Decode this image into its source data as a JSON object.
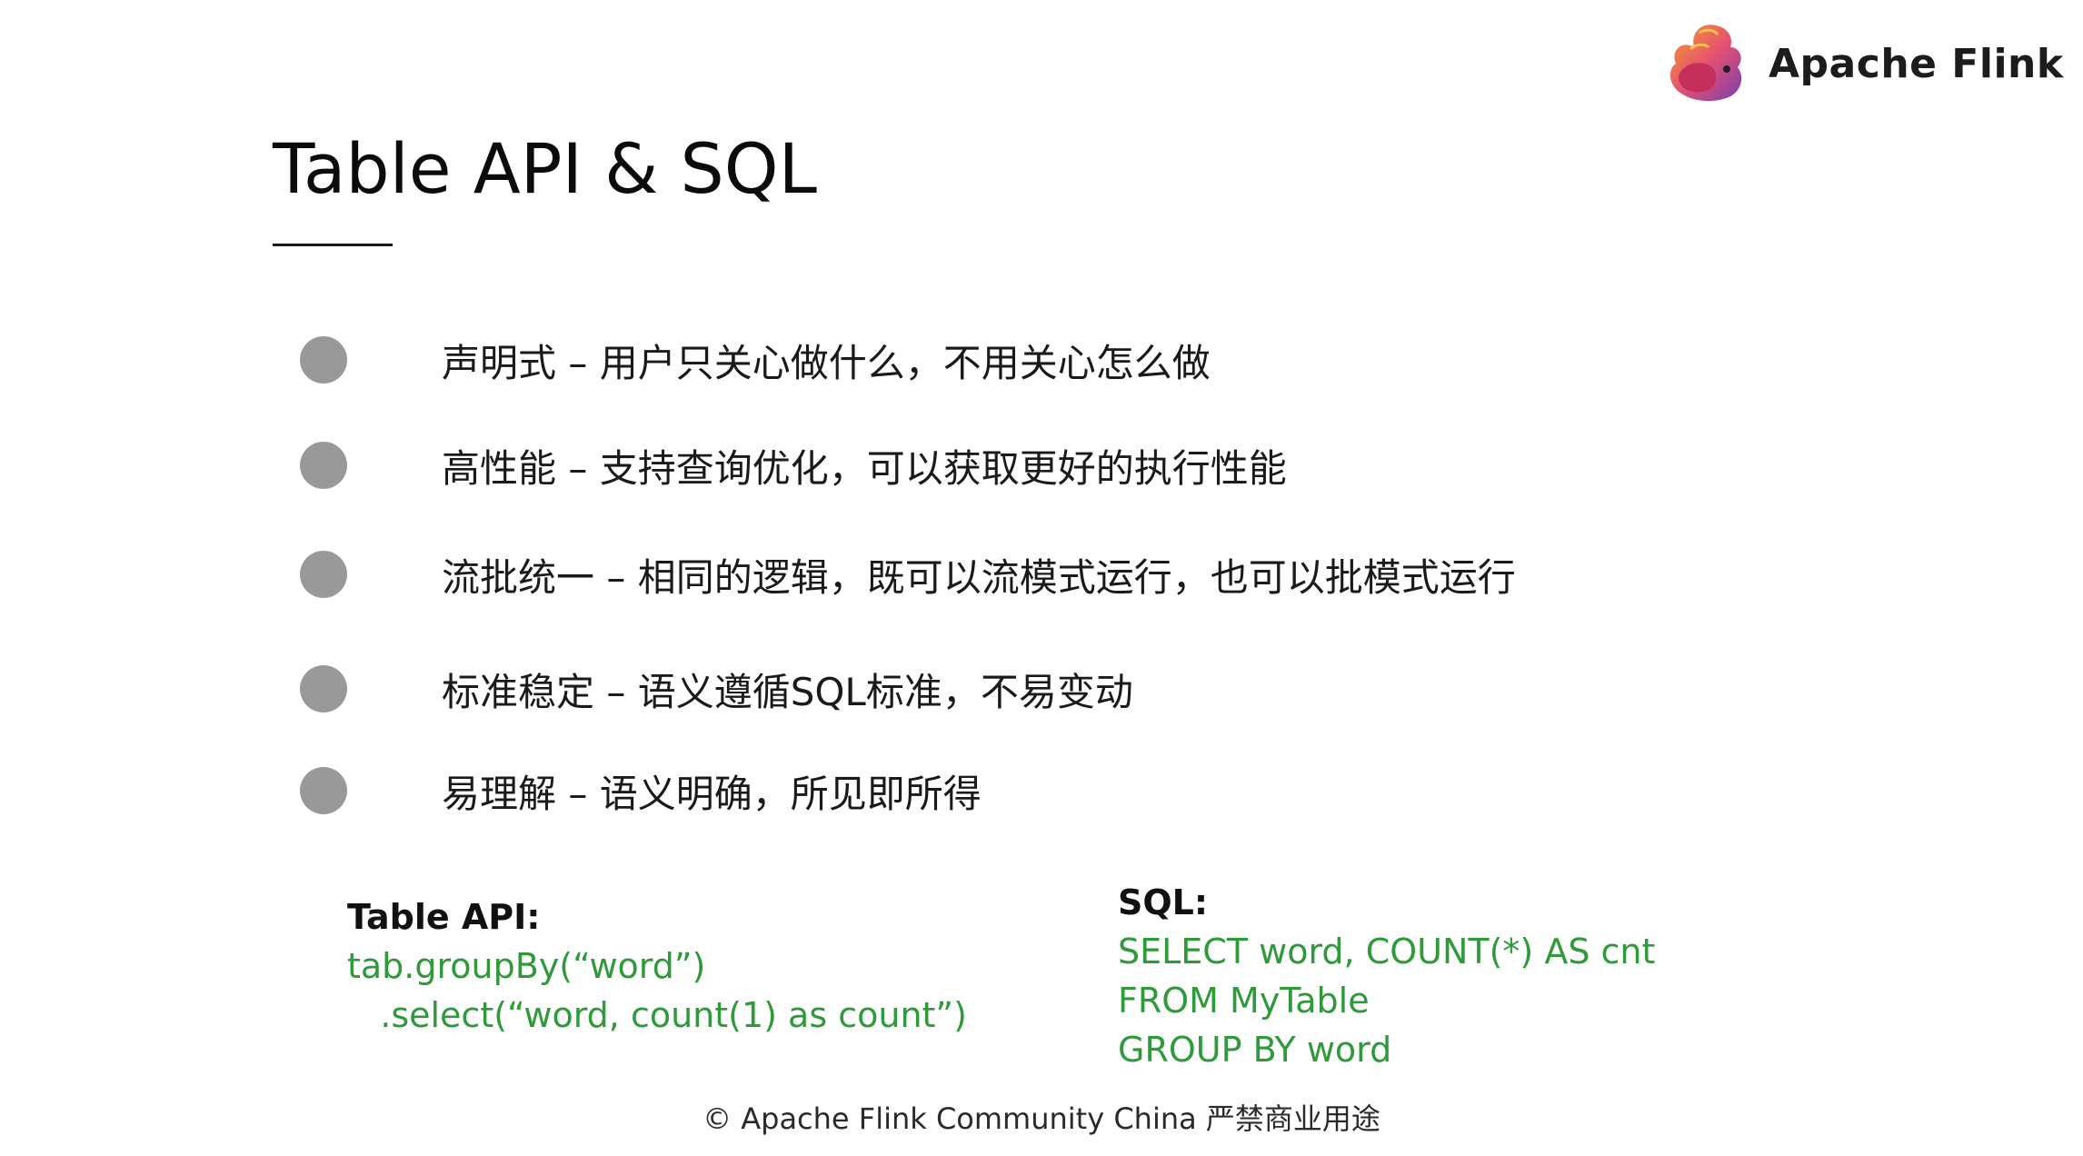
{
  "logo": {
    "text": "Apache Flink",
    "icon": "flink-squirrel-logo",
    "colors": [
      "#e6526f",
      "#b83a8e",
      "#f5a12a",
      "#7a3fb0"
    ]
  },
  "slide": {
    "title": "Table API & SQL"
  },
  "bullets": [
    {
      "text": "声明式 – 用户只关心做什么，不用关心怎么做"
    },
    {
      "text": "高性能 – 支持查询优化，可以获取更好的执行性能"
    },
    {
      "text": "流批统一 – 相同的逻辑，既可以流模式运行，也可以批模式运行"
    },
    {
      "text": "标准稳定 – 语义遵循SQL标准，不易变动"
    },
    {
      "text": "易理解 – 语义明确，所见即所得"
    }
  ],
  "table_api": {
    "heading": "Table API:",
    "lines": [
      "tab.groupBy(“word”)",
      "   .select(“word, count(1) as count”)"
    ]
  },
  "sql": {
    "heading": "SQL:",
    "lines": [
      "SELECT word, COUNT(*) AS cnt",
      "FROM MyTable",
      "GROUP BY word"
    ]
  },
  "footer": {
    "text": "© Apache Flink Community China  严禁商业用途"
  },
  "colors": {
    "bullet_dot": "#999999",
    "code_green": "#2e9a3a",
    "title": "#0b0b0b"
  }
}
